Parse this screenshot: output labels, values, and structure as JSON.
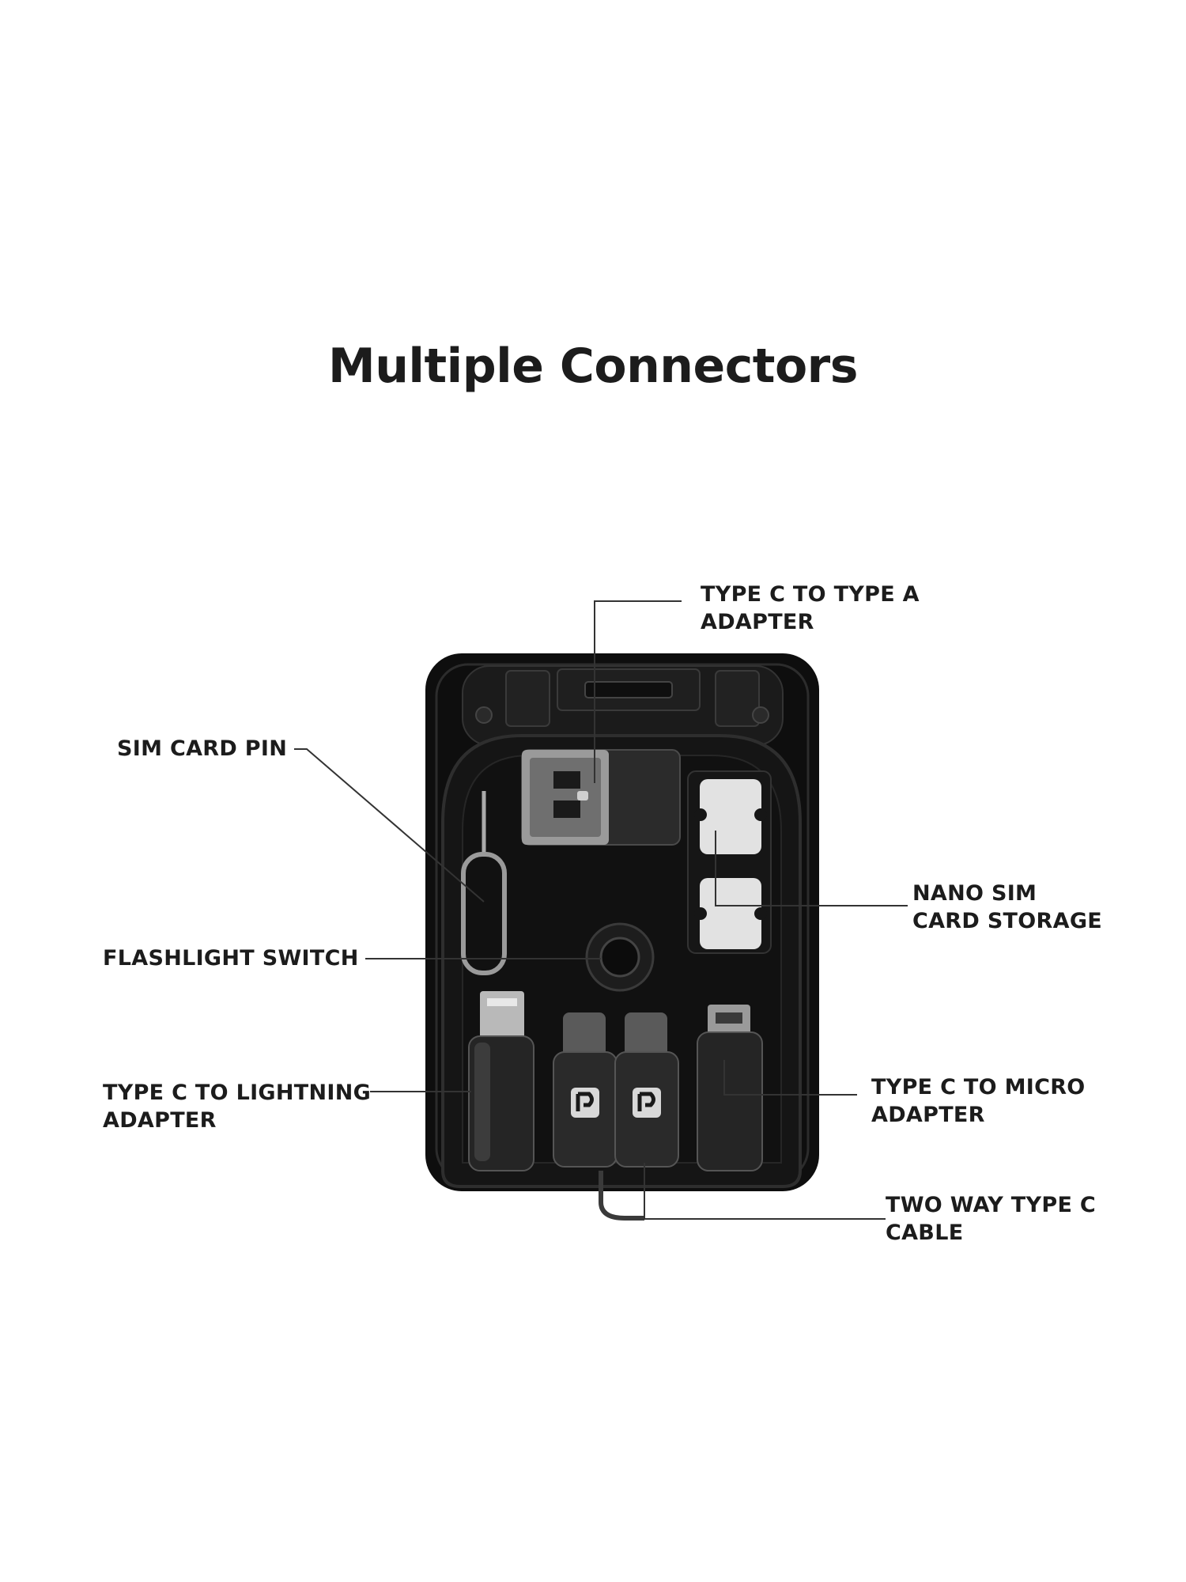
{
  "title": "Multiple Connectors",
  "labels": {
    "type_c_to_type_a": [
      "TYPE C TO TYPE A",
      "ADAPTER"
    ],
    "sim_card_pin": [
      "SIM CARD PIN"
    ],
    "nano_sim_storage": [
      "NANO SIM",
      "CARD STORAGE"
    ],
    "flashlight_switch": [
      "FLASHLIGHT SWITCH"
    ],
    "type_c_to_lightning": [
      "TYPE C TO LIGHTNING",
      "ADAPTER"
    ],
    "type_c_to_micro": [
      "TYPE C TO MICRO",
      "ADAPTER"
    ],
    "two_way_type_c": [
      "TWO WAY TYPE C",
      "CABLE"
    ]
  },
  "colors": {
    "case": "#141414",
    "case_edge": "#3a3a3a",
    "sim_tray": "#dcdcdc",
    "leader_line": "#333333"
  },
  "icons": {
    "brand_logo": "brand-logo-icon"
  }
}
